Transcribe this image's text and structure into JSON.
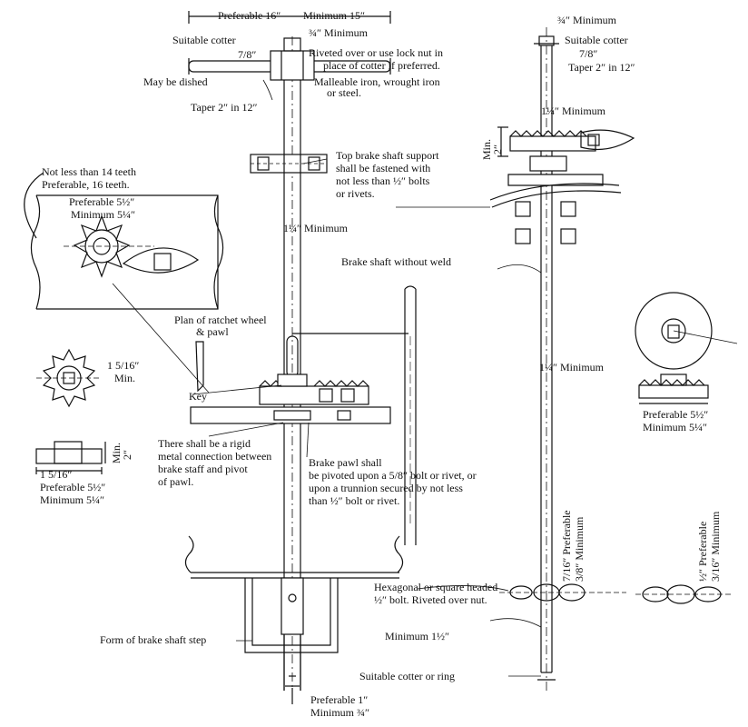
{
  "labels": {
    "preferable_16": "Preferable 16″",
    "minimum_15": "Minimum 15″",
    "top_min_3_4": "¾″ Minimum",
    "suitable_cotter": "Suitable cotter",
    "seven_eighths": "7/8″",
    "riveted_over_1": "Riveted over or use lock nut in",
    "riveted_over_2": "place of cotter if preferred.",
    "may_be_dished": "May be dished",
    "malleable_1": "Malleable iron, wrought iron",
    "malleable_2": "or steel.",
    "taper": "Taper 2″ in 12″",
    "top_support_1": "Top brake shaft support",
    "top_support_2": "shall be fastened with",
    "top_support_3": "not less than ½″ bolts",
    "top_support_4": "or rivets.",
    "teeth_1": "Not less than 14 teeth",
    "teeth_2": "Preferable, 16 teeth.",
    "pref_5_half": "Preferable 5½″",
    "min_5_quarter": "Minimum 5¼″",
    "one_quarter_min": "1¼″ Minimum",
    "shaft_without_weld": "Brake shaft without weld",
    "plan_ratchet_1": "Plan of ratchet wheel",
    "plan_ratchet_2": "& pawl",
    "one_5_16": "1 5/16″",
    "min_dot": "Min.",
    "key": "Key",
    "two_inch": "2″",
    "rigid_1": "There shall be a rigid",
    "rigid_2": "metal connection between",
    "rigid_3": "brake staff and pivot",
    "rigid_4": "of pawl.",
    "pawl_1": "Brake pawl shall",
    "pawl_2": "be pivoted upon a 5/8″ bolt or rivet, or",
    "pawl_3": "upon a trunnion secured by not less",
    "pawl_4": "than ½″ bolt or rivet.",
    "hex_1": "Hexagonal or square headed",
    "hex_2": "½″ bolt. Riveted over nut.",
    "min_one_half": "Minimum 1½″",
    "form_step": "Form of brake shaft step",
    "cotter_ring": "Suitable cotter or ring",
    "pref_1": "Preferable 1″",
    "min_3_4": "Minimum ¾″",
    "right_top_min": "¾″ Minimum",
    "right_cotter": "Suitable cotter",
    "right_seven_eighths": "7/8″",
    "right_taper": "Taper 2″ in 12″",
    "right_one_quarter_min": "1¼″ Minimum",
    "right_min_dot": "Min.",
    "right_two_inch": "2″",
    "right_mid_min": "1¼″ Minimum",
    "right_pref_5_half": "Preferable 5½″",
    "right_min_5_quarter": "Minimum 5¼″",
    "chain_716": "7/16″ Preferable",
    "chain_38": "3/8″ Minimum",
    "chain_12": "½″ Preferable",
    "chain_316": "3/16″ Minimum"
  }
}
